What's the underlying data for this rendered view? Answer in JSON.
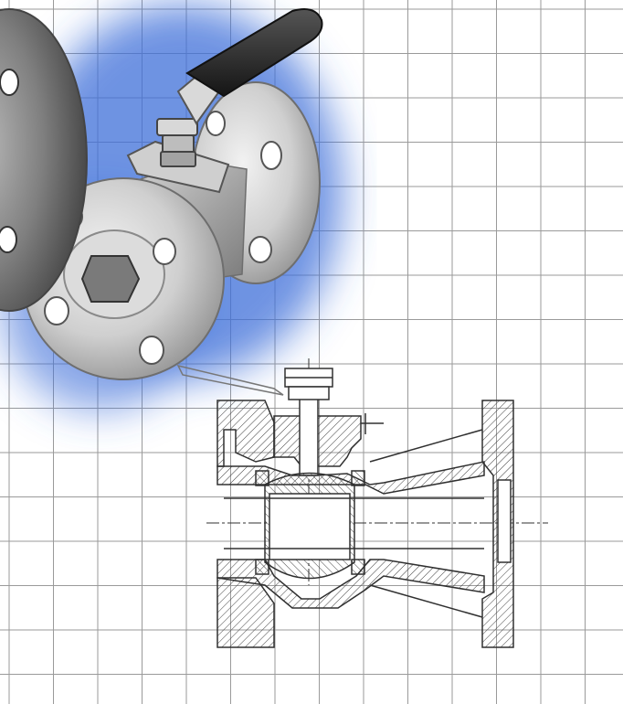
{
  "scene": {
    "subject": "flanged-ball-valve",
    "elements": [
      "grid-background",
      "valve-photo",
      "valve-cross-section"
    ],
    "colors": {
      "background": "#ffffff",
      "grid": "#9a9a9a",
      "glow": "#3f6fd8",
      "metal_light": "#e9e9e9",
      "metal_mid": "#bdbdbd",
      "metal_dark": "#6e6e6e",
      "handle": "#2a2a2a",
      "drawing_line": "#303030"
    }
  }
}
